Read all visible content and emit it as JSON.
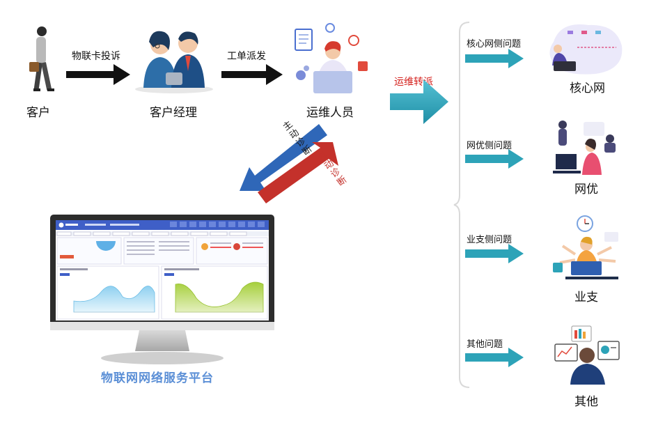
{
  "flow": {
    "customer": "客户",
    "manager": "客户经理",
    "ops": "运维人员",
    "arrow1": "物联卡投诉",
    "arrow2": "工单派发",
    "dispatch": "运维转派",
    "active_diag": "主动诊断",
    "auto_diag": "自动诊断"
  },
  "platform": {
    "title": "物联网网络服务平台"
  },
  "branches": [
    {
      "issue": "核心网侧问题",
      "dest": "核心网"
    },
    {
      "issue": "网优侧问题",
      "dest": "网优"
    },
    {
      "issue": "业支侧问题",
      "dest": "业支"
    },
    {
      "issue": "其他问题",
      "dest": "其他"
    }
  ],
  "colors": {
    "black_arrow": "#111111",
    "teal": "#2da3b8",
    "blue_diag": "#2f67b8",
    "red_diag": "#c4312b",
    "platform_blue": "#5b8fd6"
  }
}
